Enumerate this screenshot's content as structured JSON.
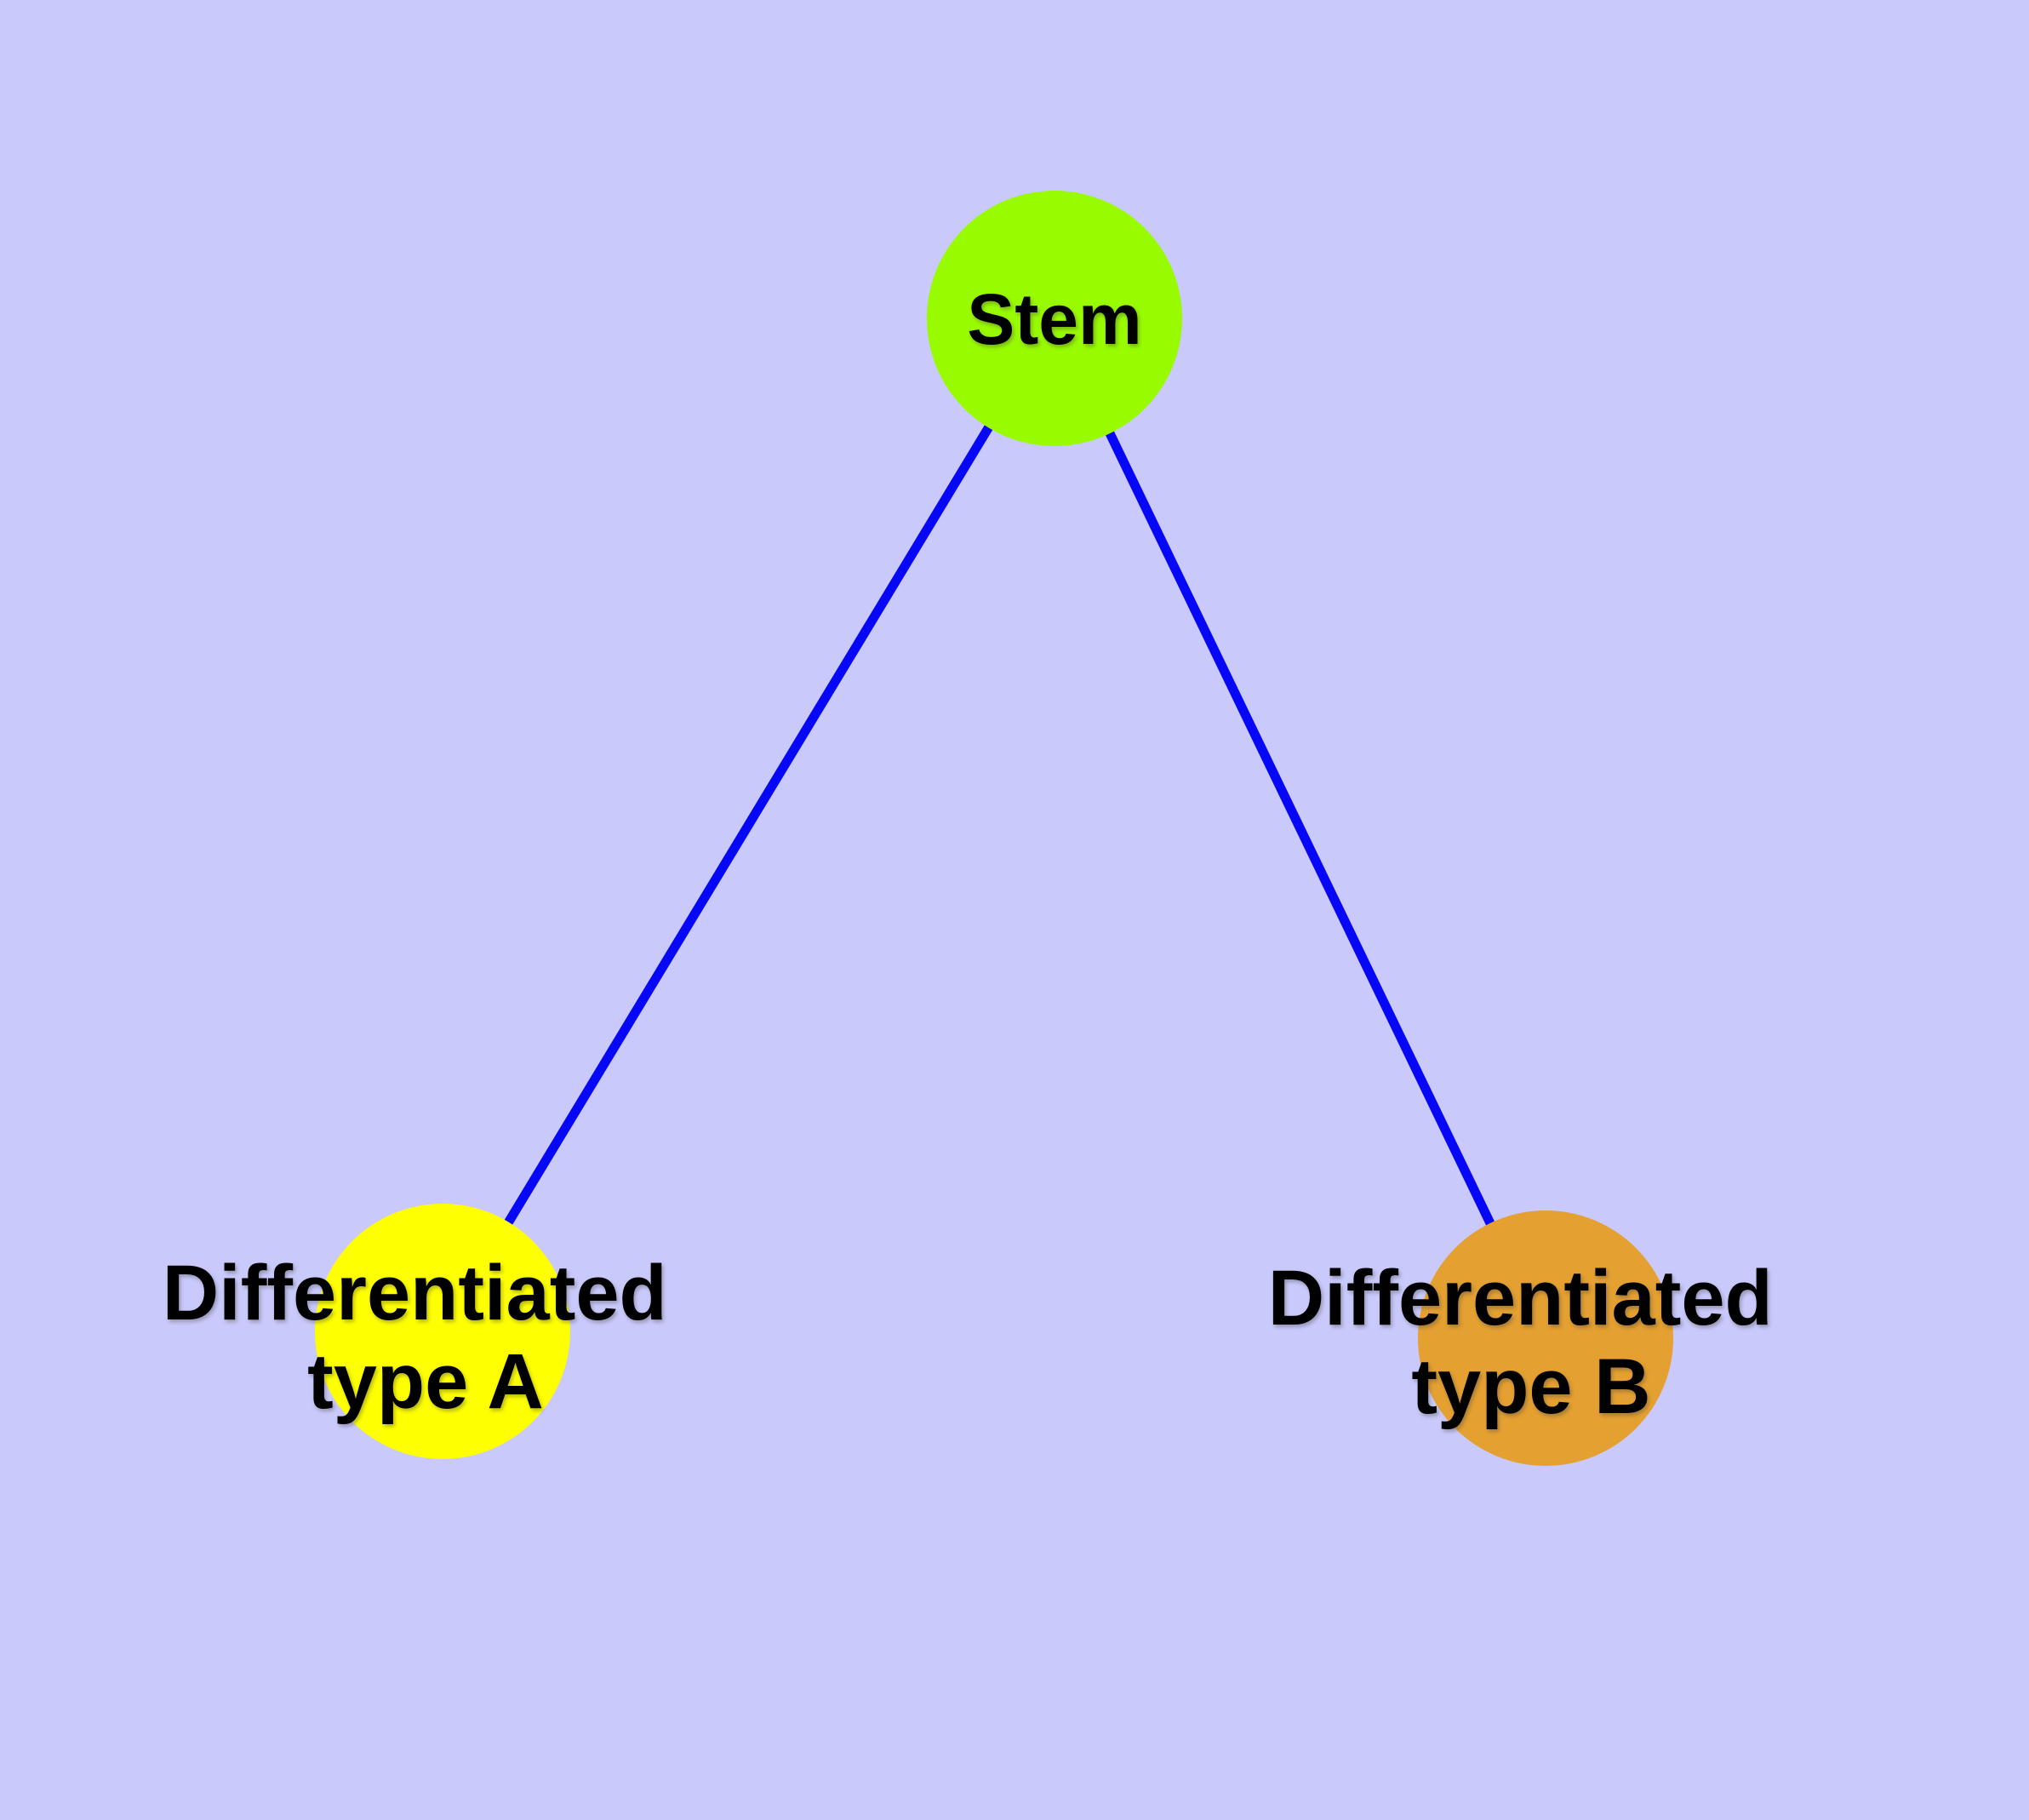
{
  "diagram": {
    "background_color": "#c9c9fb",
    "edge_color": "#0707f7",
    "node_border_color": "#7a7a7a",
    "text_color": "#000000",
    "nodes": [
      {
        "id": "stem",
        "label": "Stem",
        "fill": "#98fb00"
      },
      {
        "id": "differentiated-type-a",
        "label": "Differentiated type A",
        "label_line1": "Differentiated",
        "label_line2": "type A",
        "fill": "#feff00"
      },
      {
        "id": "differentiated-type-b",
        "label": "Differentiated type B",
        "label_line1": "Differentiated",
        "label_line2": "type B",
        "fill": "#e4a031"
      }
    ],
    "edges": [
      {
        "from": "Stem",
        "to": "Differentiated type A"
      },
      {
        "from": "Stem",
        "to": "Differentiated type B"
      }
    ]
  }
}
